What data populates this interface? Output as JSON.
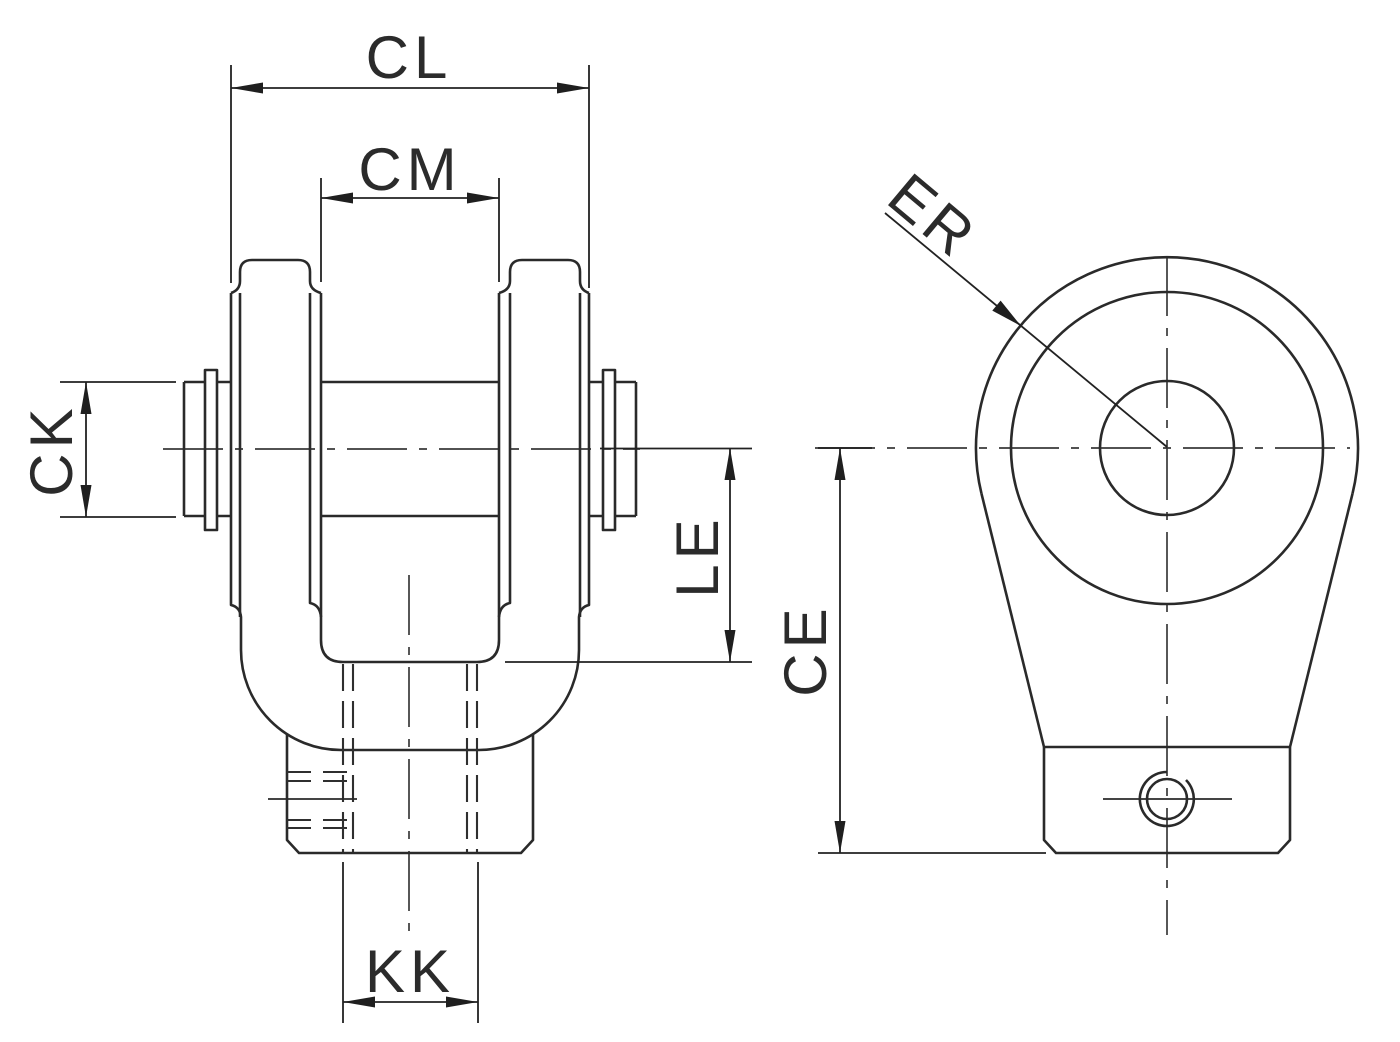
{
  "page": {
    "background": "#ffffff",
    "line_color": "#2a2a2a",
    "text_color": "#2b2b2b"
  },
  "drawing": {
    "type": "technical-dimension-drawing",
    "views": {
      "front": {
        "name": "rod-clevis-front-view",
        "dims": {
          "cl": {
            "label": "CL"
          },
          "cm": {
            "label": "CM"
          },
          "ck": {
            "label": "CK"
          },
          "le": {
            "label": "LE"
          },
          "kk": {
            "label": "KK"
          }
        }
      },
      "side": {
        "name": "rod-eye-side-view",
        "dims": {
          "er": {
            "label": "ER"
          },
          "ce": {
            "label": "CE"
          }
        }
      }
    }
  }
}
